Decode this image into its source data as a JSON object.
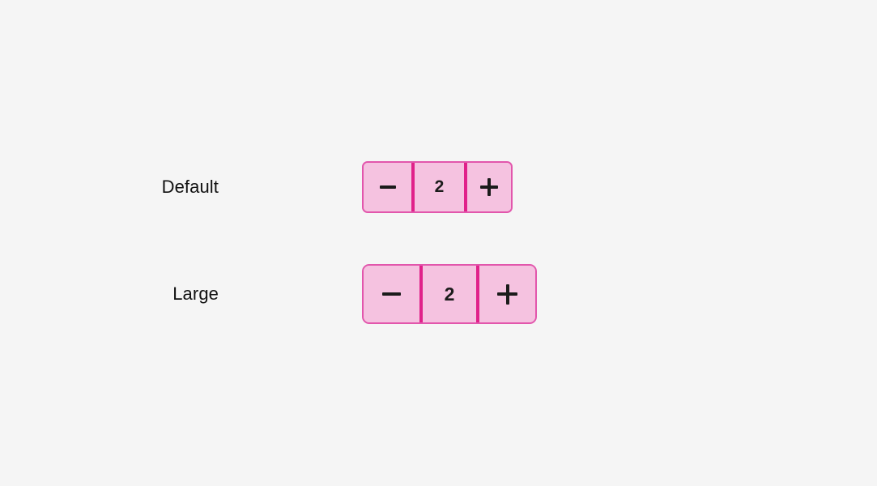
{
  "page": {
    "background_color": "#f5f5f5"
  },
  "theme": {
    "fill_color": "#f5c2e0",
    "border_color": "#e256ac",
    "divider_color": "#e0218a",
    "text_color": "#1b1b1b",
    "label_color": "#111111"
  },
  "rows": [
    {
      "label": "Default",
      "size": "default",
      "stepper": {
        "decrement_label": "−",
        "decrement_icon": "minus-icon",
        "value": "2",
        "increment_label": "+",
        "increment_icon": "plus-icon"
      }
    },
    {
      "label": "Large",
      "size": "large",
      "stepper": {
        "decrement_label": "−",
        "decrement_icon": "minus-icon",
        "value": "2",
        "increment_label": "+",
        "increment_icon": "plus-icon"
      }
    }
  ]
}
